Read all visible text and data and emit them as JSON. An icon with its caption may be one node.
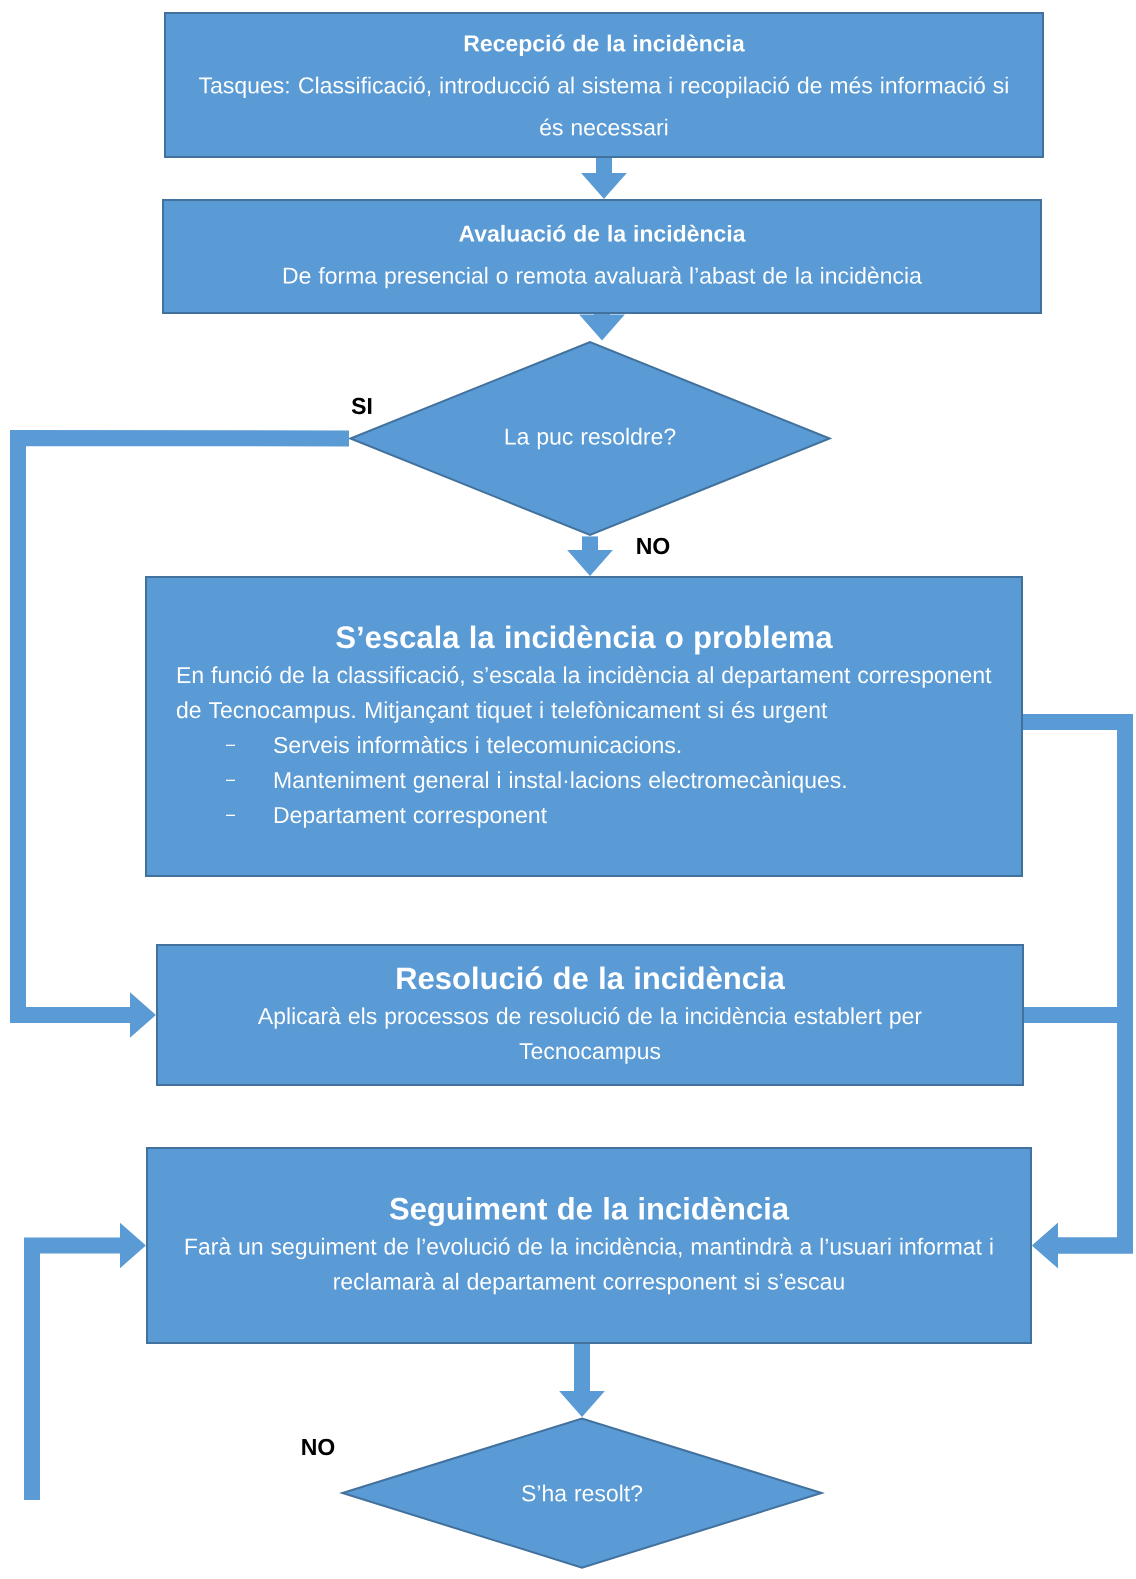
{
  "diagram": {
    "nodes": [
      {
        "text": [
          "Recepció de la incidència",
          "Tasques: Classificació, introducció al sistema i recopilació de més informació si és necessari"
        ]
      },
      {
        "text": [
          "Avaluació de la incidència",
          "De forma presencial o remota avaluarà l’abast de la incidència"
        ]
      },
      {
        "text": [
          "La puc resoldre?"
        ]
      },
      {
        "text": [
          "S’escala la incidència o problema",
          "En funció de la classificació, s’escala la incidència al departament corresponent de Tecnocampus. Mitjançant tiquet i telefònicament si és urgent",
          "Serveis informàtics i telecomunicacions.",
          "Manteniment general i instal·lacions electromecàniques.",
          "Departament corresponent"
        ]
      },
      {
        "text": [
          "Resolució de la incidència",
          "Aplicarà els processos de resolució de la incidència establert per Tecnocampus"
        ]
      },
      {
        "text": [
          "Seguiment de la incidència",
          "Farà un seguiment de l’evolució de la incidència, mantindrà a l’usuari informat i reclamarà al departament corresponent si s’escau"
        ]
      },
      {
        "text": [
          "S’ha resolt?"
        ]
      }
    ],
    "edges": [
      {
        "from": 0,
        "to": 1,
        "arrow": "to"
      },
      {
        "from": 1,
        "to": 2,
        "arrow": "to"
      },
      {
        "from": 2,
        "to": 3,
        "arrow": "to",
        "label": "NO"
      },
      {
        "from": 2,
        "to": 4,
        "arrow": "to",
        "label": "SI"
      },
      {
        "from": 3,
        "to": 5,
        "arrow": "to"
      },
      {
        "from": 4,
        "to": 5,
        "arrow": "to"
      },
      {
        "from": 5,
        "to": 6,
        "arrow": "to"
      },
      {
        "from": null,
        "to": 5,
        "arrow": "to"
      }
    ],
    "labels": [
      "NO"
    ]
  }
}
